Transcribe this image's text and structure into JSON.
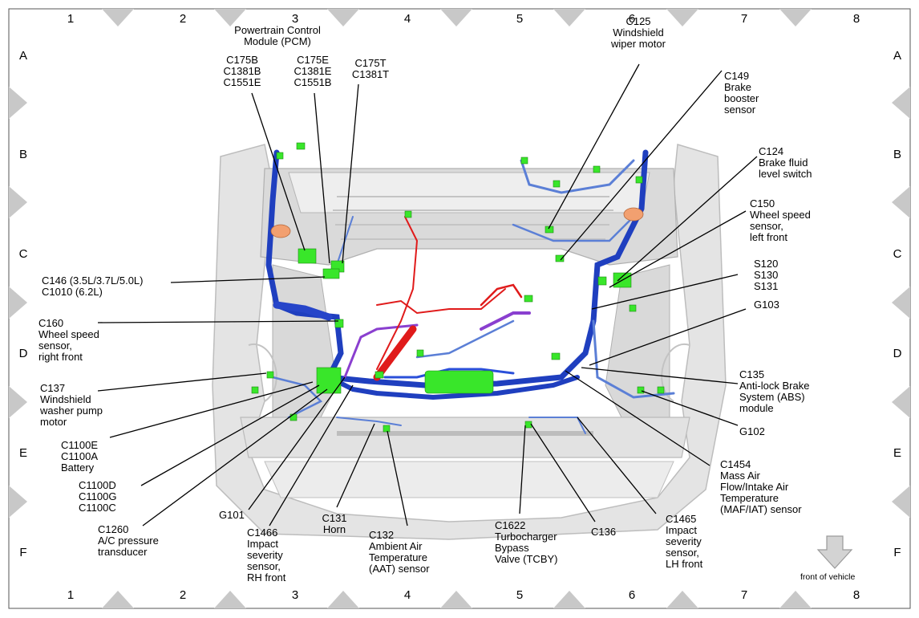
{
  "grid": {
    "columns": [
      "1",
      "2",
      "3",
      "4",
      "5",
      "6",
      "7",
      "8"
    ],
    "rows": [
      "A",
      "B",
      "C",
      "D",
      "E",
      "F"
    ]
  },
  "labels": {
    "pcm": "Powertrain Control\nModule (PCM)",
    "c175b": "C175B\nC1381B\nC1551E",
    "c175e": "C175E\nC1381E\nC1551B",
    "c175t": "C175T\nC1381T",
    "c125": "C125\nWindshield\nwiper motor",
    "c149": "C149\nBrake\nbooster\nsensor",
    "c124": "C124\nBrake fluid\nlevel switch",
    "c150": "C150\nWheel speed\nsensor,\nleft front",
    "s120": "S120\nS130\nS131",
    "g103": "G103",
    "c146": "C146 (3.5L/3.7L/5.0L)\nC1010 (6.2L)",
    "c160": "C160\nWheel speed\nsensor,\nright front",
    "c137": "C137\nWindshield\nwasher pump\nmotor",
    "c1100e": "C1100E\nC1100A\nBattery",
    "c1100d": "C1100D\nC1100G\nC1100C",
    "c1260": "C1260\nA/C pressure\ntransducer",
    "g101": "G101",
    "c1466": "C1466\nImpact\nseverity\nsensor,\nRH front",
    "c131": "C131\nHorn",
    "c132": "C132\nAmbient Air\nTemperature\n(AAT) sensor",
    "c1622": "C1622\nTurbocharger\nBypass\nValve (TCBY)",
    "c136": "C136",
    "c1465": "C1465\nImpact\nseverity\nsensor,\nLH front",
    "c1454": "C1454\nMass Air\nFlow/Intake Air\nTemperature\n(MAF/IAT) sensor",
    "c135": "C135\nAnti-lock Brake\nSystem (ABS)\nmodule",
    "g102": "G102",
    "front": "front of vehicle"
  },
  "colors": {
    "harness_blue": "#1f3fbf",
    "harness_light_blue": "#5b7fd6",
    "connector_green": "#39e62a",
    "wire_red": "#e01b1b",
    "wire_purple": "#8a3fcf",
    "vehicle_gray": "#d2d2d2"
  }
}
